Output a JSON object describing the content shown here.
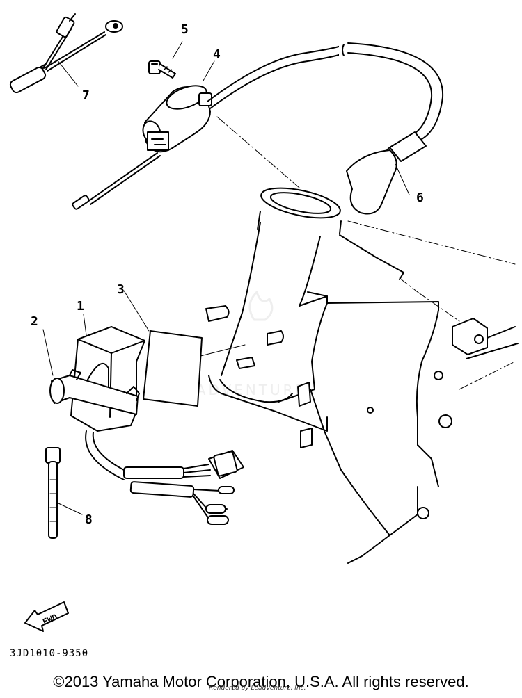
{
  "callouts": [
    {
      "id": "1",
      "text": "1"
    },
    {
      "id": "2",
      "text": "2"
    },
    {
      "id": "3",
      "text": "3"
    },
    {
      "id": "4",
      "text": "4"
    },
    {
      "id": "5",
      "text": "5"
    },
    {
      "id": "6",
      "text": "6"
    },
    {
      "id": "7",
      "text": "7"
    },
    {
      "id": "8",
      "text": "8"
    }
  ],
  "fwd_label": "FWD",
  "part_code": "3JD1010-9350",
  "copyright": "©2013 Yamaha Motor Corporation, U.S.A. All rights reserved.",
  "renderer_note": "Rendered by LeadVenture, Inc.",
  "watermark": "LEADVENTURE",
  "colors": {
    "ink": "#000000",
    "paper": "#ffffff",
    "watermark": "#e6e6e6"
  }
}
